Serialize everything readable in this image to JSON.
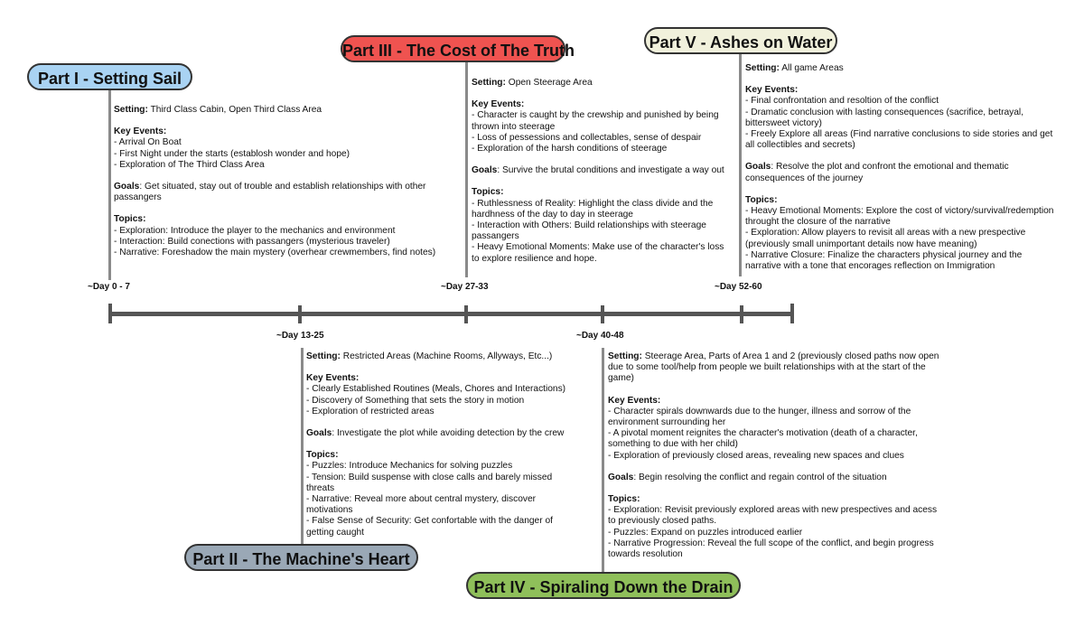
{
  "parts": {
    "p1": {
      "title": "Part I - Setting Sail",
      "color": "#a9d3f3",
      "setting_label": "Setting:",
      "setting": "Third Class Cabin, Open Third Class Area",
      "events_label": "Key Events:",
      "events": [
        "- Arrival On Boat",
        "- First Night under the starts (establosh wonder and hope)",
        "- Exploration of The Third Class Area"
      ],
      "goals_label": "Goals",
      "goals": ": Get situated, stay out of trouble and establish relationships with other passangers",
      "topics_label": "Topics:",
      "topics": [
        "- Exploration: Introduce the player to the mechanics and environment",
        "- Interaction: Build conections with passangers (mysterious traveler)",
        "- Narrative: Foreshadow the main mystery (overhear crewmembers, find notes)"
      ]
    },
    "p2": {
      "title": "Part II - The Machine's Heart",
      "color": "#9aa8b6",
      "setting_label": "Setting:",
      "setting": "Restricted Areas (Machine Rooms, Allyways, Etc...)",
      "events_label": "Key Events:",
      "events": [
        "- Clearly Established Routines (Meals, Chores and Interactions)",
        "- Discovery of Something that sets the story in motion",
        "- Exploration of restricted areas"
      ],
      "goals_label": "Goals",
      "goals": ": Investigate the plot while avoiding detection by the crew",
      "topics_label": "Topics:",
      "topics": [
        "- Puzzles: Introduce Mechanics for solving puzzles",
        "- Tension: Build suspense with close calls and barely missed threats",
        "- Narrative: Reveal more about central mystery, discover motivations",
        "- False Sense of Security: Get confortable with the danger of getting caught"
      ]
    },
    "p3": {
      "title": "Part III - The Cost of The Truth",
      "color": "#ef5350",
      "setting_label": "Setting:",
      "setting": "Open Steerage Area",
      "events_label": "Key Events:",
      "events": [
        "- Character is caught by the crewship and punished by being thrown into steerage",
        "- Loss of pessessions and collectables, sense of despair",
        "- Exploration of the harsh conditions of steerage"
      ],
      "goals_label": "Goals",
      "goals": ": Survive the brutal conditions and investigate a way out",
      "topics_label": "Topics:",
      "topics": [
        "- Ruthlessness of Reality: Highlight the class divide and the hardhness of the day to day in steerage",
        "- Interaction with Others: Build relationships with steerage passangers",
        "- Heavy Emotional Moments: Make use of the character's loss to explore resilience and hope."
      ]
    },
    "p4": {
      "title": "Part IV - Spiraling Down the Drain",
      "color": "#8fbf5a",
      "setting_label": "Setting:",
      "setting": "Steerage Area, Parts of Area 1 and 2 (previously closed paths now open due to some tool/help from people we built relationships with at the start of the game)",
      "events_label": "Key Events:",
      "events": [
        "- Character spirals downwards due to the hunger, illness and sorrow of the environment surrounding her",
        "- A pivotal moment reignites the character's motivation (death of a character, something to due with her child)",
        "- Exploration of previously closed areas, revealing new spaces and clues"
      ],
      "goals_label": "Goals",
      "goals": ": Begin resolving the conflict and regain control of the situation",
      "topics_label": "Topics:",
      "topics": [
        "- Exploration: Revisit previously explored areas with new prespectives and acess to previously closed paths.",
        "- Puzzles: Expand on puzzles introduced earlier",
        "- Narrative Progression: Reveal the full scope of the conflict, and begin progress towards resolution"
      ]
    },
    "p5": {
      "title": "Part V - Ashes on Water",
      "color": "#f1f1dc",
      "setting_label": "Setting:",
      "setting": "All game Areas",
      "events_label": "Key Events:",
      "events": [
        "- Final confrontation and resoltion of the conflict",
        "- Dramatic conclusion with lasting consequences (sacrifice, betrayal, bittersweet victory)",
        "- Freely Explore all areas (Find narrative conclusions to side stories and get all collectibles and secrets)"
      ],
      "goals_label": "Goals",
      "goals": ": Resolve the plot and confront the emotional and thematic consequences of the journey",
      "topics_label": "Topics:",
      "topics": [
        "- Heavy Emotional Moments: Explore the cost of victory/survival/redemption throught the closure  of the narrative",
        "- Exploration: Allow players to revisit all areas with a new prespective (previously small unimportant details now have meaning)",
        "- Narrative Closure: Finalize the characters physical journey and the narrative with a tone that encorages reflection on Immigration"
      ]
    }
  },
  "days": {
    "d1": "~Day 0 - 7",
    "d2": "~Day 13-25",
    "d3": "~Day 27-33",
    "d4": "~Day 40-48",
    "d5": "~Day 52-60"
  }
}
